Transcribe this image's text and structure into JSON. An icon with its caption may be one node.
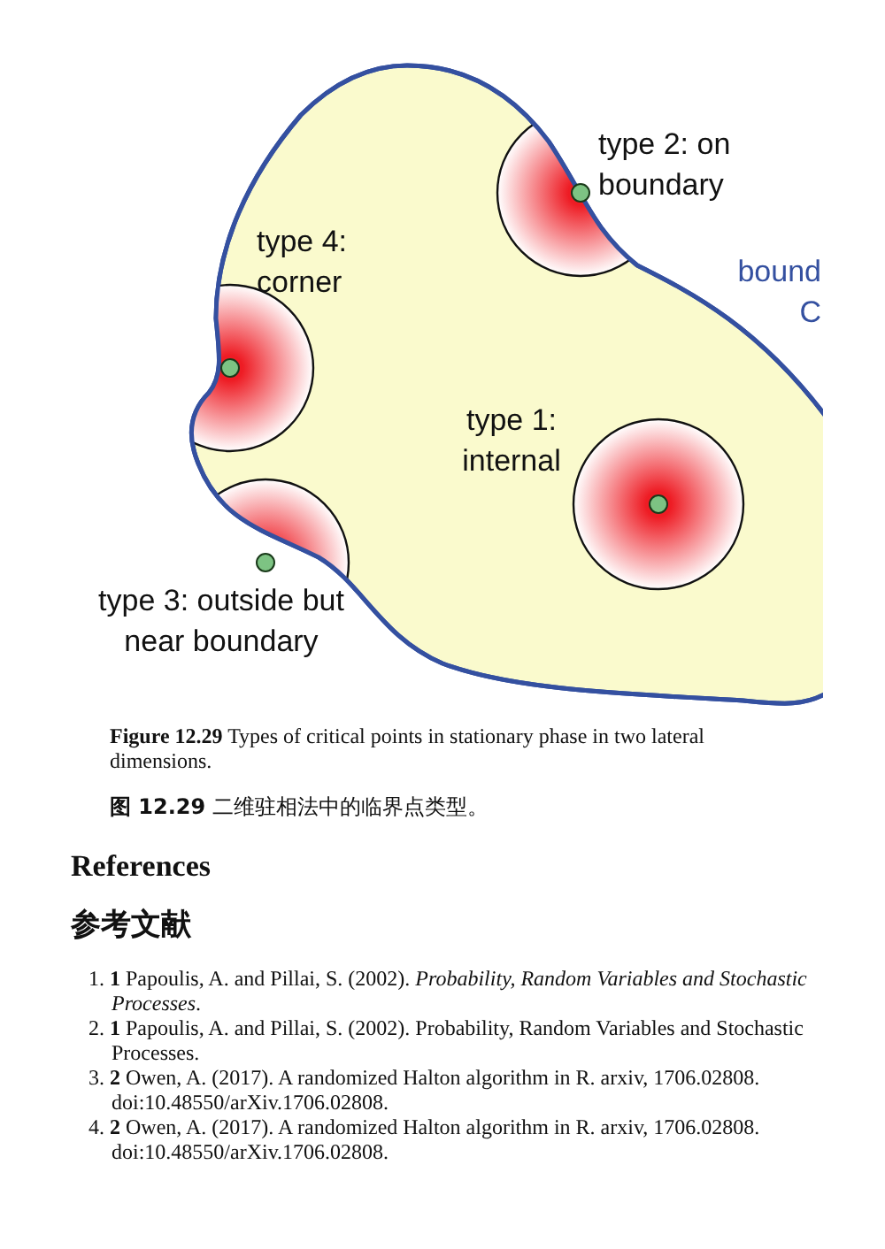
{
  "diagram": {
    "caption": "**Figure 12.29** Types of critical points in stationary phase in two lateral dimensions.",
    "labels": [
      "type 2: on boundary",
      "bound C",
      "type 4: corner",
      "type 1: internal",
      "type 3: outside but near boundary",
      "**图 12.29** 二维驻相法中的临界点类型。",
      "References",
      "参考文献",
      "1.  **1** Papoulis, A. and Pillai, S. (2002). *Probability, Random Variables and Stochastic Processes*.",
      "2. **1** Papoulis, A. and Pillai, S. (2002). Probability, Random Variables and Stochastic Processes.",
      "3.  **2** Owen, A. (2017). A randomized Halton algorithm in R. arxiv, 1706.02808. doi:10.48550/arXiv.1706.02808.",
      "4. **2** Owen, A. (2017). A randomized Halton algorithm in R. arxiv, 1706.02808. doi:10.48550/arXiv.1706.02808."
    ]
  }
}
